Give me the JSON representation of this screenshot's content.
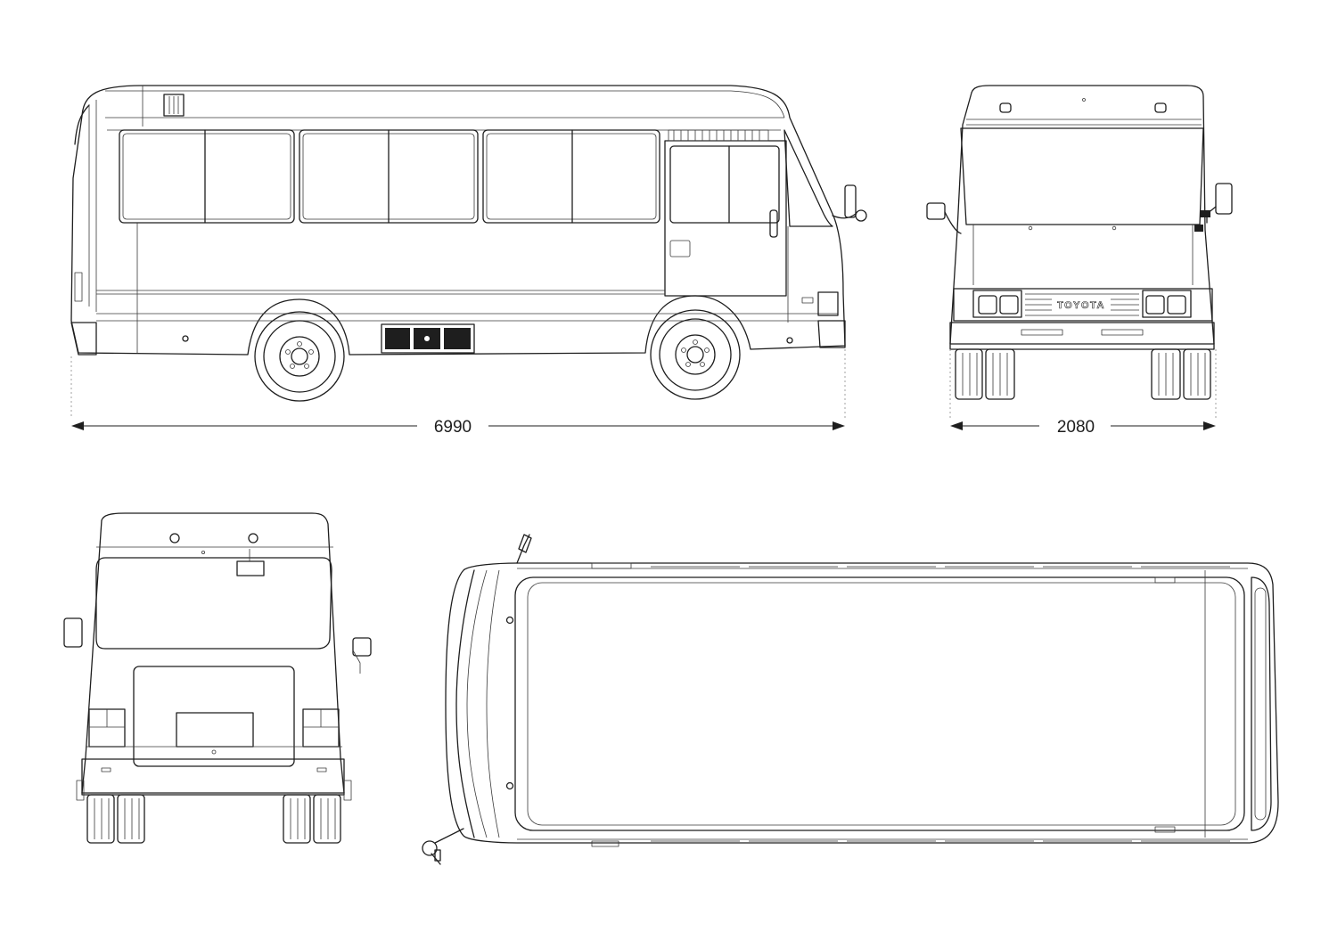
{
  "dimensions": {
    "length": "6990",
    "width": "2080"
  },
  "front_view": {
    "badge": "TOYOTA"
  }
}
